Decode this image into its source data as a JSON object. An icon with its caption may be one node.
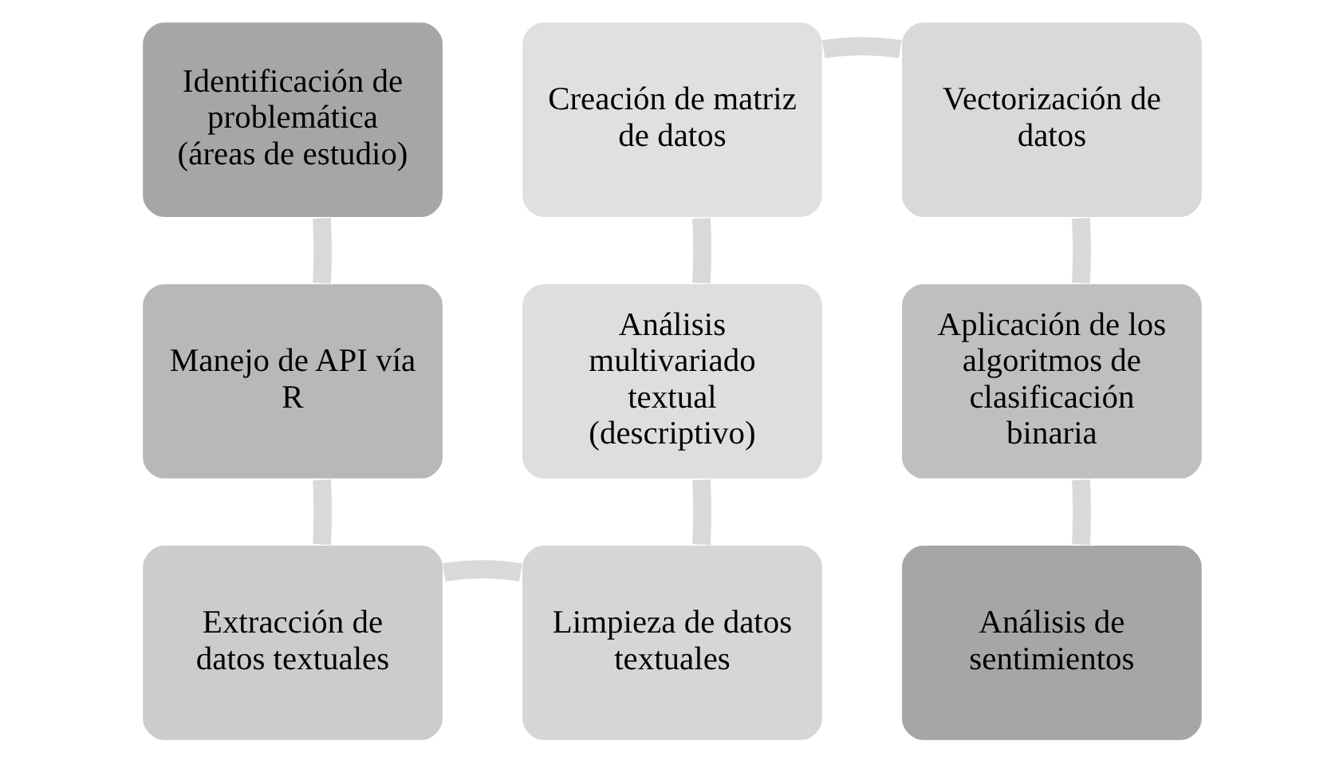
{
  "diagram": {
    "nodes": [
      {
        "text": [
          "Identificación de problemática (áreas de estudio)"
        ]
      },
      {
        "text": [
          "Manejo de API vía R"
        ]
      },
      {
        "text": [
          "Extracción de datos textuales"
        ]
      },
      {
        "text": [
          "Limpieza de datos textuales"
        ]
      },
      {
        "text": [
          "Análisis multivariado textual (descriptivo)"
        ]
      },
      {
        "text": [
          "Creación de matriz de datos"
        ]
      },
      {
        "text": [
          "Vectorización de datos"
        ]
      },
      {
        "text": [
          "Aplicación de los algoritmos de clasificación binaria"
        ]
      },
      {
        "text": [
          "Análisis de sentimientos"
        ]
      }
    ],
    "edges": [
      {
        "from": 0,
        "to": 1,
        "arrow": "none"
      },
      {
        "from": 1,
        "to": 2,
        "arrow": "none"
      },
      {
        "from": 2,
        "to": 3,
        "arrow": "none"
      },
      {
        "from": 3,
        "to": 4,
        "arrow": "none"
      },
      {
        "from": 4,
        "to": 5,
        "arrow": "none"
      },
      {
        "from": 5,
        "to": 6,
        "arrow": "none"
      },
      {
        "from": 6,
        "to": 7,
        "arrow": "none"
      },
      {
        "from": 7,
        "to": 8,
        "arrow": "none"
      }
    ]
  }
}
